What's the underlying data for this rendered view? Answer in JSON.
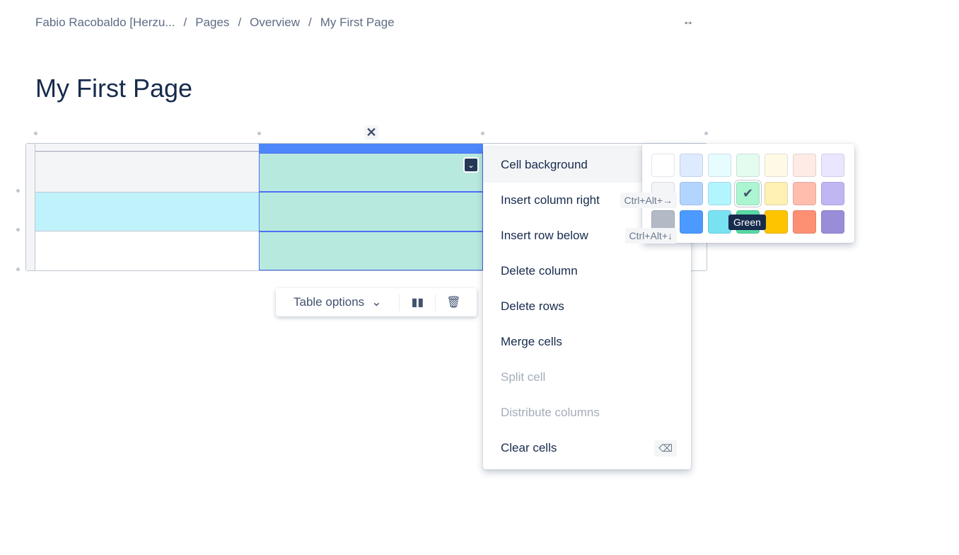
{
  "breadcrumb": [
    "Fabio Racobaldo [Herzu...",
    "Pages",
    "Overview",
    "My First Page"
  ],
  "title": "My First Page",
  "menu": [
    {
      "label": "Cell background",
      "disabled": false
    },
    {
      "label": "Insert column right",
      "shortcut": "Ctrl+Alt+→",
      "disabled": false
    },
    {
      "label": "Insert row below",
      "shortcut": "Ctrl+Alt+↓",
      "disabled": false
    },
    {
      "label": "Delete column",
      "disabled": false
    },
    {
      "label": "Delete rows",
      "disabled": false
    },
    {
      "label": "Merge cells",
      "disabled": false
    },
    {
      "label": "Split cell",
      "disabled": true
    },
    {
      "label": "Distribute columns",
      "disabled": true
    },
    {
      "label": "Clear cells",
      "shortcut": "⌫",
      "disabled": false
    }
  ],
  "palette": [
    "#ffffff",
    "#deebff",
    "#e6fcff",
    "#e3fcef",
    "#fffae6",
    "#ffebe6",
    "#eae6ff",
    "#f4f5f7",
    "#b3d4ff",
    "#b3f5ff",
    "#abf5d1",
    "#fff0b3",
    "#ffbdad",
    "#c0b6f2",
    "#b3bac5",
    "#4c9aff",
    "#79e2f2",
    "#57d9a3",
    "#ffc400",
    "#ff8f73",
    "#998dd9"
  ],
  "selected_color_index": 10,
  "tooltip": "Green",
  "table_options": "Table options"
}
